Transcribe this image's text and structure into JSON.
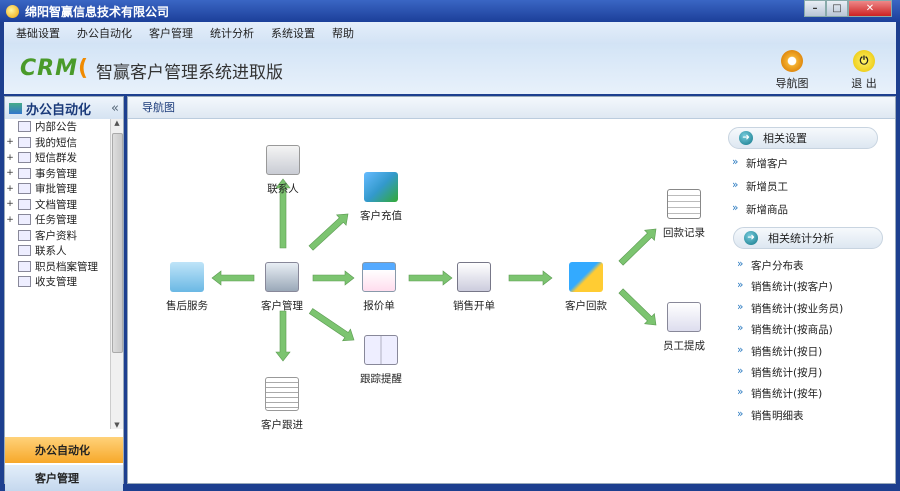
{
  "window": {
    "title": "绵阳智赢信息技术有限公司",
    "buttons": [
      "minimize",
      "maximize",
      "close"
    ]
  },
  "menu": [
    "基础设置",
    "办公自动化",
    "客户管理",
    "统计分析",
    "系统设置",
    "帮助"
  ],
  "banner": {
    "logo": "CRM",
    "title": "智赢客户管理系统进取版",
    "tools": [
      {
        "label": "导航图",
        "icon": "gear-icon"
      },
      {
        "label": "退 出",
        "icon": "power-icon"
      }
    ]
  },
  "sidebar": {
    "title": "办公自动化",
    "collapse": "«",
    "items": [
      {
        "label": "内部公告",
        "expandable": false
      },
      {
        "label": "我的短信",
        "expandable": true
      },
      {
        "label": "短信群发",
        "expandable": true
      },
      {
        "label": "事务管理",
        "expandable": true
      },
      {
        "label": "审批管理",
        "expandable": true
      },
      {
        "label": "文档管理",
        "expandable": true
      },
      {
        "label": "任务管理",
        "expandable": true
      },
      {
        "label": "客户资料",
        "expandable": false
      },
      {
        "label": "联系人",
        "expandable": false
      },
      {
        "label": "职员档案管理",
        "expandable": false
      },
      {
        "label": "收支管理",
        "expandable": false
      }
    ],
    "outlook": [
      {
        "label": "办公自动化",
        "active": true
      },
      {
        "label": "客户管理",
        "active": false
      }
    ]
  },
  "main": {
    "tab": "导航图",
    "nodes": {
      "contacts": "联系人",
      "recharge": "客户充值",
      "aftersales": "售后服务",
      "customer": "客户管理",
      "quote": "报价单",
      "sale": "销售开单",
      "payment": "客户回款",
      "payrecord": "回款记录",
      "commission": "员工提成",
      "reminder": "跟踪提醒",
      "followup": "客户跟进"
    },
    "related_settings": {
      "title": "相关设置",
      "links": [
        "新增客户",
        "新增员工",
        "新增商品"
      ]
    },
    "related_stats": {
      "title": "相关统计分析",
      "links": [
        "客户分布表",
        "销售统计(按客户)",
        "销售统计(按业务员)",
        "销售统计(按商品)",
        "销售统计(按日)",
        "销售统计(按月)",
        "销售统计(按年)",
        "销售明细表"
      ]
    }
  },
  "colors": {
    "titlebar": "#1c3f99",
    "arrow": "#7cc470",
    "active_outlook": "#f7b43a"
  }
}
